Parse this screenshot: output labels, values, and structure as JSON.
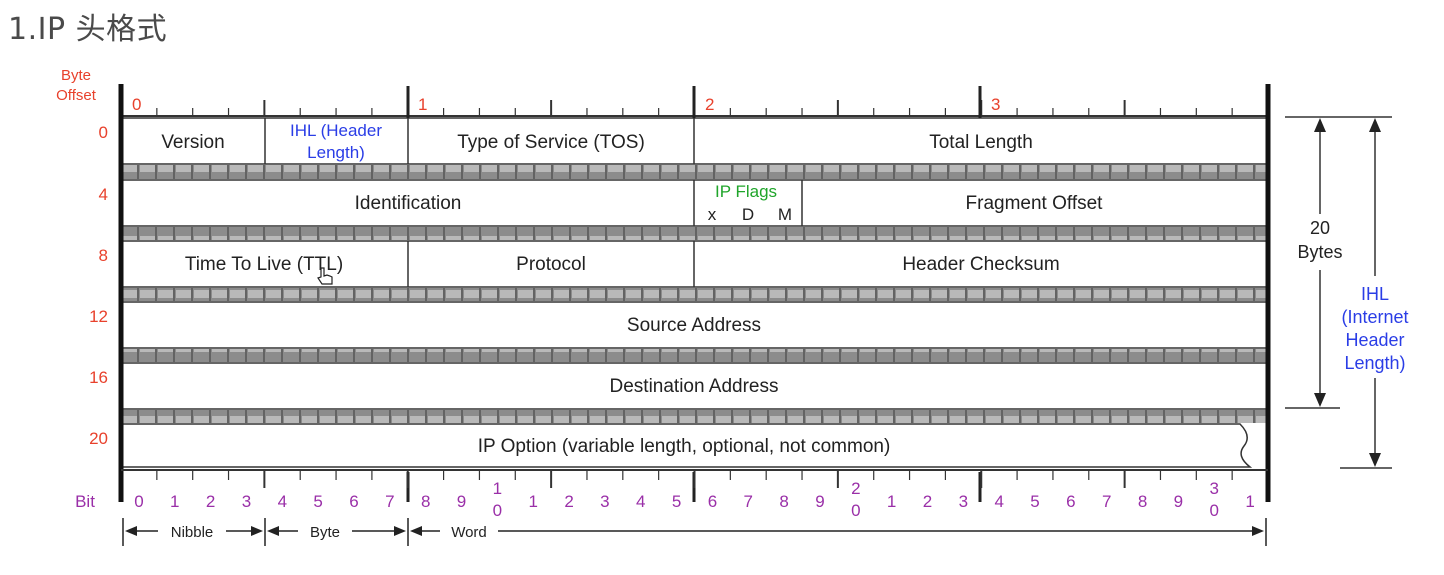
{
  "title": "1.IP 头格式",
  "labels": {
    "byte_offset_line1": "Byte",
    "byte_offset_line2": "Offset",
    "bit": "Bit"
  },
  "byte_markers": [
    "0",
    "1",
    "2",
    "3"
  ],
  "row_offsets": [
    "0",
    "4",
    "8",
    "12",
    "16",
    "20"
  ],
  "fields": {
    "version": "Version",
    "ihl_line1": "IHL (Header",
    "ihl_line2": "Length)",
    "tos": "Type of Service (TOS)",
    "total_length": "Total Length",
    "identification": "Identification",
    "ip_flags": "IP Flags",
    "flag_x": "x",
    "flag_d": "D",
    "flag_m": "M",
    "fragment_offset": "Fragment Offset",
    "ttl": "Time To Live (TTL)",
    "protocol": "Protocol",
    "header_checksum": "Header Checksum",
    "source_address": "Source Address",
    "destination_address": "Destination Address",
    "ip_option": "IP Option (variable length, optional, not common)"
  },
  "right_labels": {
    "bytes_20_line1": "20",
    "bytes_20_line2": "Bytes",
    "ihl_line1": "IHL",
    "ihl_line2": "(Internet",
    "ihl_line3": "Header",
    "ihl_line4": "Length)"
  },
  "bit_labels": [
    "0",
    "1",
    "2",
    "3",
    "4",
    "5",
    "6",
    "7",
    "8",
    "9",
    "1|0",
    "1",
    "2",
    "3",
    "4",
    "5",
    "6",
    "7",
    "8",
    "9",
    "2|0",
    "1",
    "2",
    "3",
    "4",
    "5",
    "6",
    "7",
    "8",
    "9",
    "3|0",
    "1"
  ],
  "units": {
    "nibble": "Nibble",
    "byte": "Byte",
    "word": "Word"
  },
  "colors": {
    "offset_red": "#e8412c",
    "ihl_blue": "#2a3de6",
    "flags_green": "#1fa52a",
    "bit_purple": "#9a2fa8"
  }
}
